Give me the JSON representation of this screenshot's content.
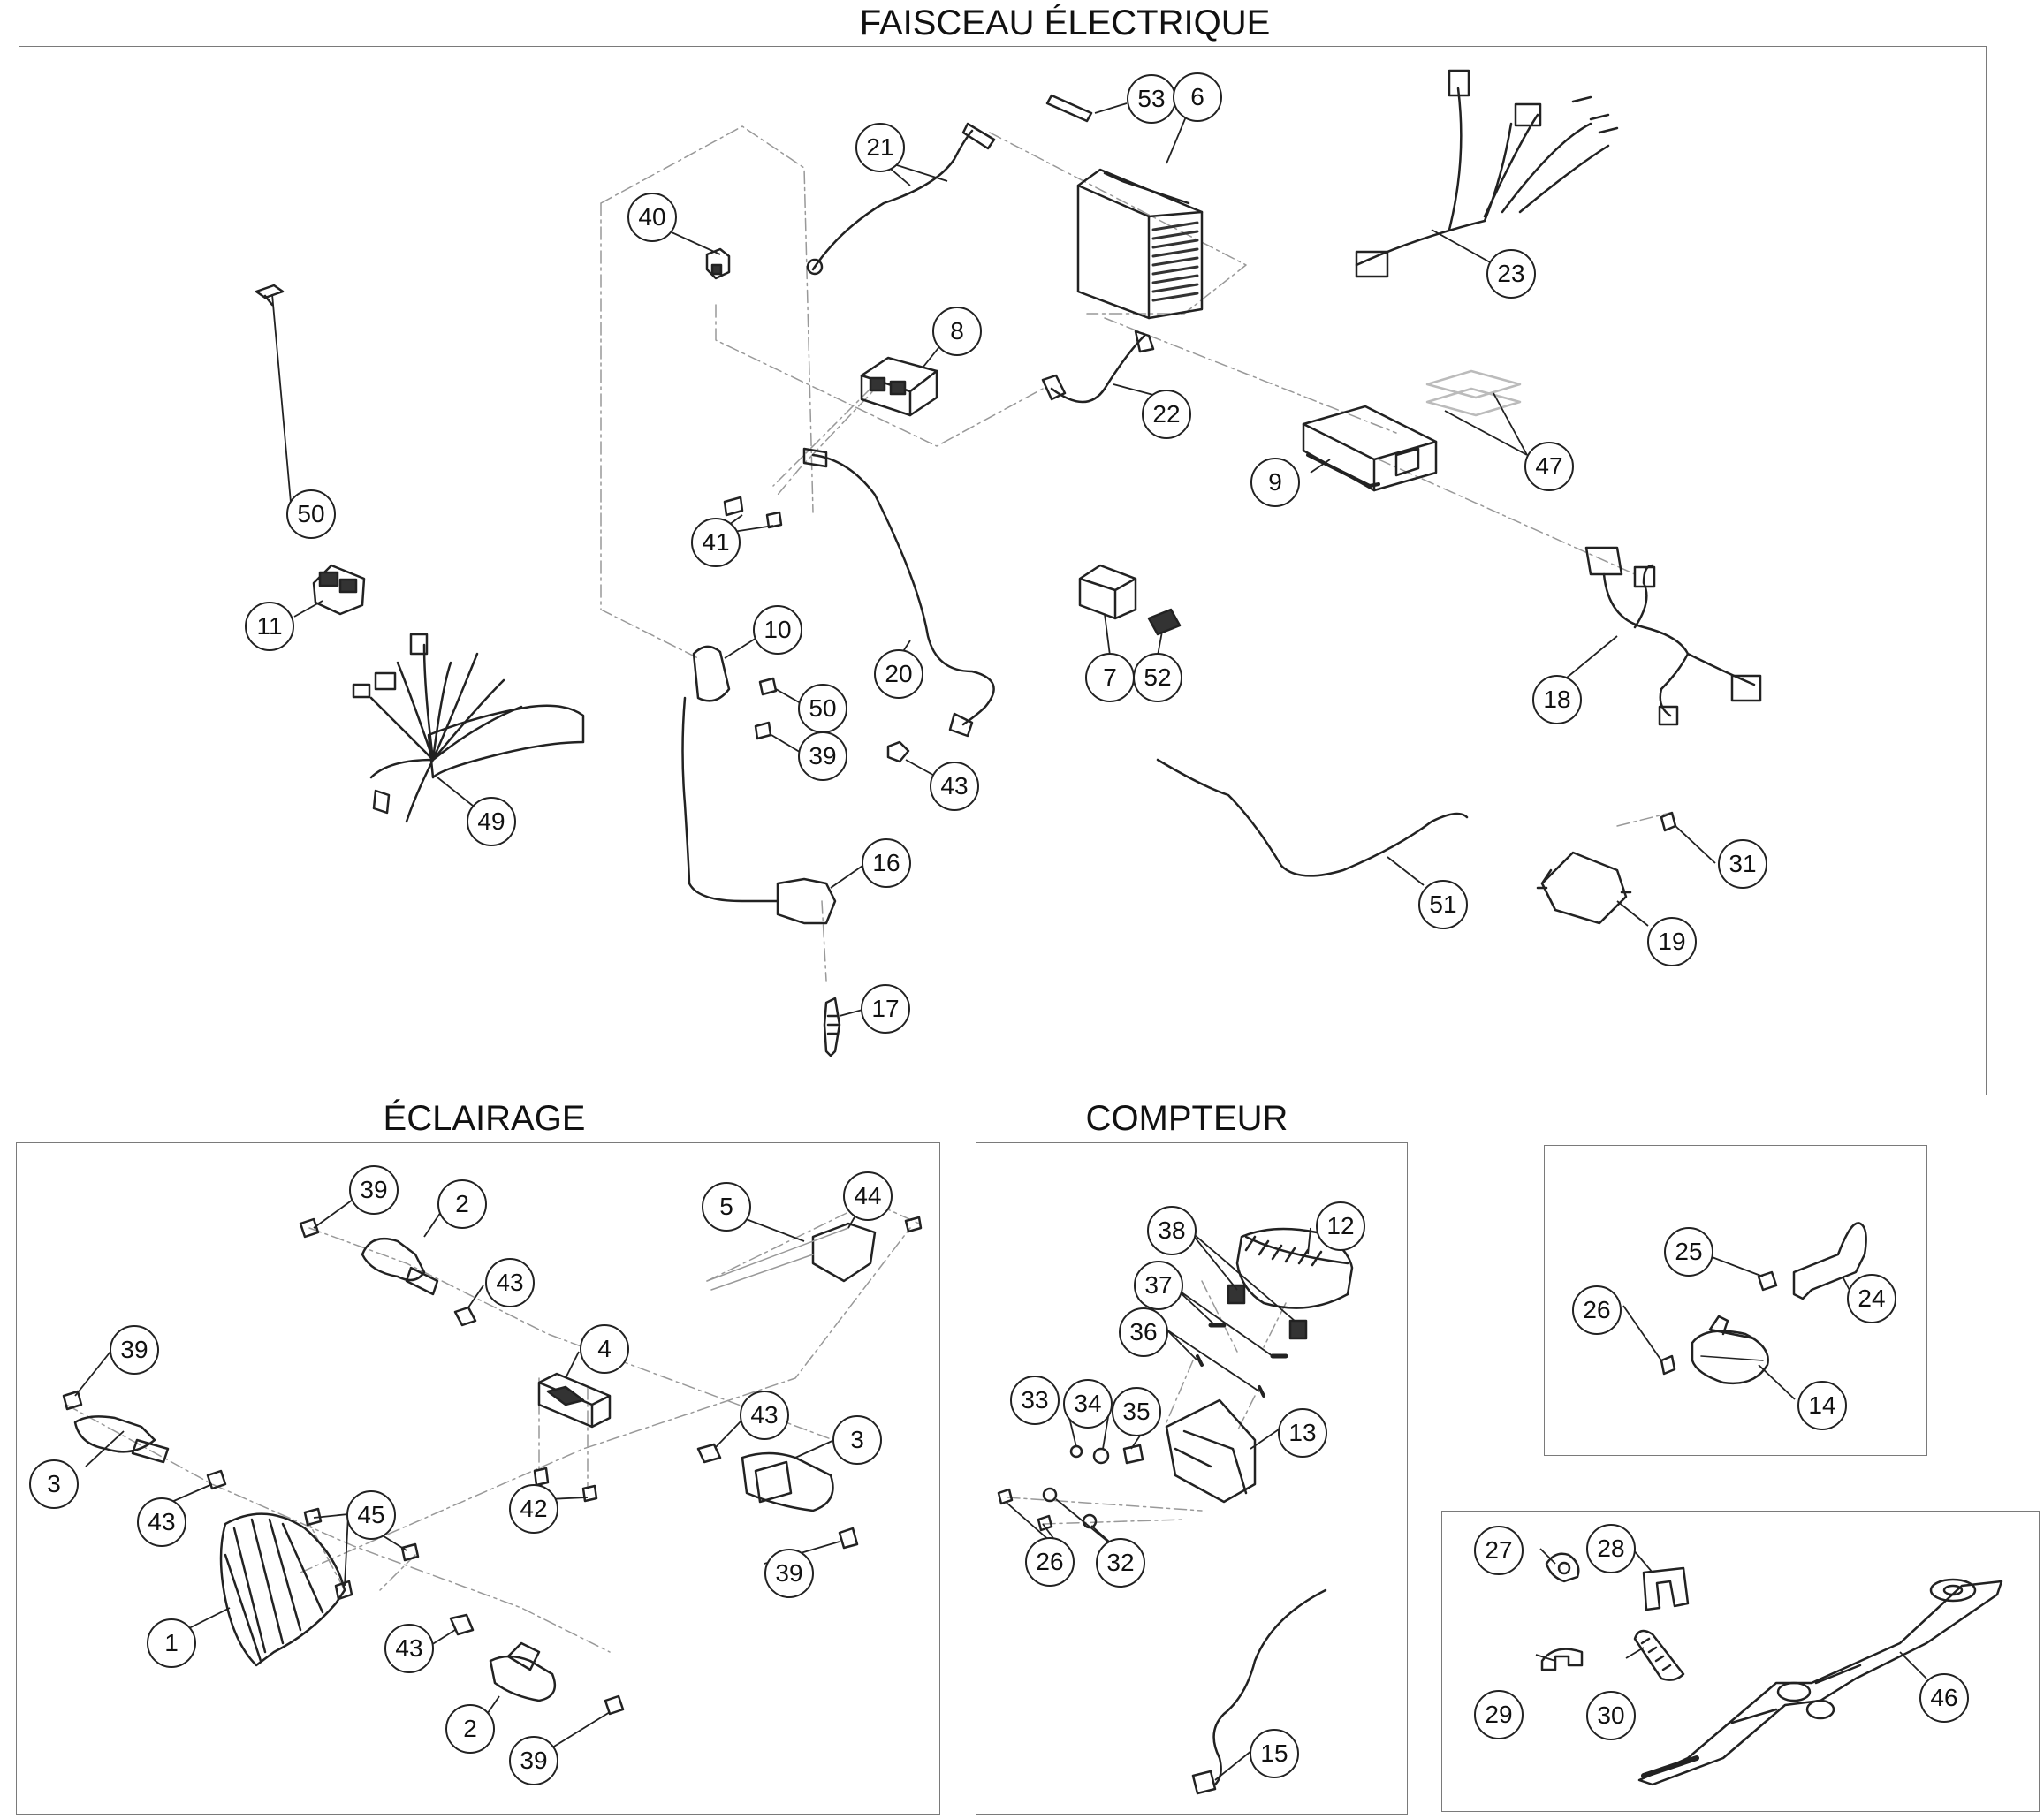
{
  "sections": {
    "harness": {
      "title": "FAISCEAU ÉLECTRIQUE"
    },
    "lighting": {
      "title": "ÉCLAIRAGE"
    },
    "meter": {
      "title": "COMPTEUR"
    },
    "bracket": {
      "title": ""
    },
    "fasteners": {
      "title": ""
    }
  },
  "callouts": {
    "harness": [
      "53",
      "6",
      "21",
      "40",
      "23",
      "8",
      "22",
      "9",
      "47",
      "50",
      "41",
      "11",
      "10",
      "20",
      "7",
      "52",
      "18",
      "50",
      "39",
      "43",
      "49",
      "16",
      "51",
      "31",
      "19",
      "17"
    ],
    "lighting": [
      "39",
      "2",
      "5",
      "44",
      "43",
      "4",
      "39",
      "3",
      "43",
      "3",
      "43",
      "45",
      "42",
      "39",
      "1",
      "43",
      "2",
      "39"
    ],
    "meter": [
      "38",
      "12",
      "37",
      "36",
      "13",
      "33",
      "34",
      "35",
      "26",
      "32",
      "15"
    ],
    "bracket": [
      "25",
      "26",
      "24",
      "14"
    ],
    "fasteners": [
      "27",
      "28",
      "29",
      "30",
      "46"
    ]
  },
  "colors": {
    "line": "#222222",
    "frame": "#7a7a7a",
    "dash": "#888888",
    "fill_dark": "#333333"
  }
}
